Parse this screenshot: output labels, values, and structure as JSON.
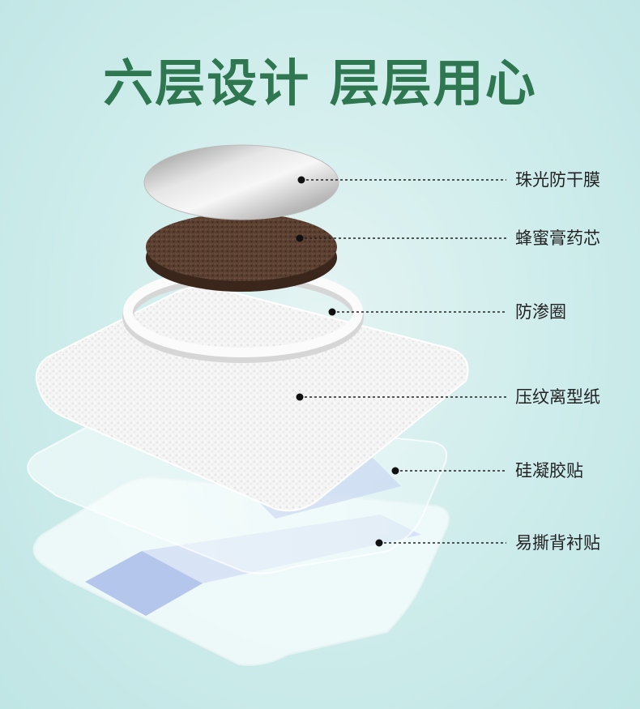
{
  "title": "六层设计 层层用心",
  "colors": {
    "title": "#2f7750",
    "background": "#cdeceb",
    "film": "#c8c8c8",
    "core": "#5a3f30",
    "ring": "#f4f4f4",
    "release_paper": "#f7f7f7",
    "accent_blue": "#b8c6ee"
  },
  "layers": [
    {
      "label": "珠光防干膜",
      "icon": "pearl-film"
    },
    {
      "label": "蜂蜜膏药芯",
      "icon": "honey-core"
    },
    {
      "label": "防渗圈",
      "icon": "anti-seep-ring"
    },
    {
      "label": "压纹离型纸",
      "icon": "embossed-paper"
    },
    {
      "label": "硅凝胶贴",
      "icon": "silicone-gel"
    },
    {
      "label": "易撕背衬贴",
      "icon": "backing-patch"
    }
  ]
}
